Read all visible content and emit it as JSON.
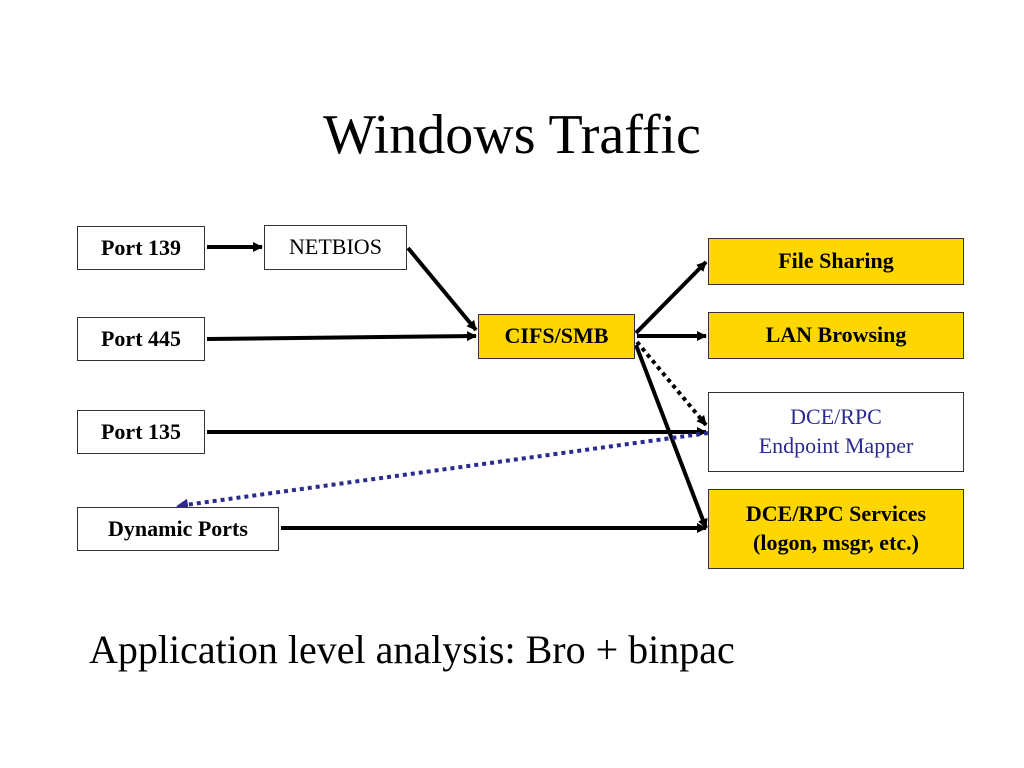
{
  "title": "Windows Traffic",
  "nodes": {
    "port139": "Port 139",
    "netbios": "NETBIOS",
    "port445": "Port 445",
    "port135": "Port 135",
    "dynamic_ports": "Dynamic Ports",
    "cifs_smb": "CIFS/SMB",
    "file_sharing": "File Sharing",
    "lan_browsing": "LAN Browsing",
    "dce_rpc_mapper": [
      "DCE/RPC",
      "Endpoint Mapper"
    ],
    "dce_rpc_services": [
      "DCE/RPC Services",
      "(logon, msgr, etc.)"
    ]
  },
  "colors": {
    "highlight_fill": "#ffd700",
    "arrow": "#000000",
    "dotted_blue": "#2b2b8f"
  },
  "edges": [
    {
      "from": "port139",
      "to": "netbios",
      "style": "solid"
    },
    {
      "from": "netbios",
      "to": "cifs_smb",
      "style": "solid"
    },
    {
      "from": "port445",
      "to": "cifs_smb",
      "style": "solid"
    },
    {
      "from": "cifs_smb",
      "to": "file_sharing",
      "style": "solid"
    },
    {
      "from": "cifs_smb",
      "to": "lan_browsing",
      "style": "solid"
    },
    {
      "from": "cifs_smb",
      "to": "dce_rpc_mapper",
      "style": "dotted"
    },
    {
      "from": "cifs_smb",
      "to": "dce_rpc_services",
      "style": "solid"
    },
    {
      "from": "port135",
      "to": "dce_rpc_mapper",
      "style": "solid"
    },
    {
      "from": "dce_rpc_mapper",
      "to": "dynamic_ports",
      "style": "dotted-blue"
    },
    {
      "from": "dynamic_ports",
      "to": "dce_rpc_services",
      "style": "solid"
    }
  ],
  "footer": "Application level analysis: Bro + binpac"
}
